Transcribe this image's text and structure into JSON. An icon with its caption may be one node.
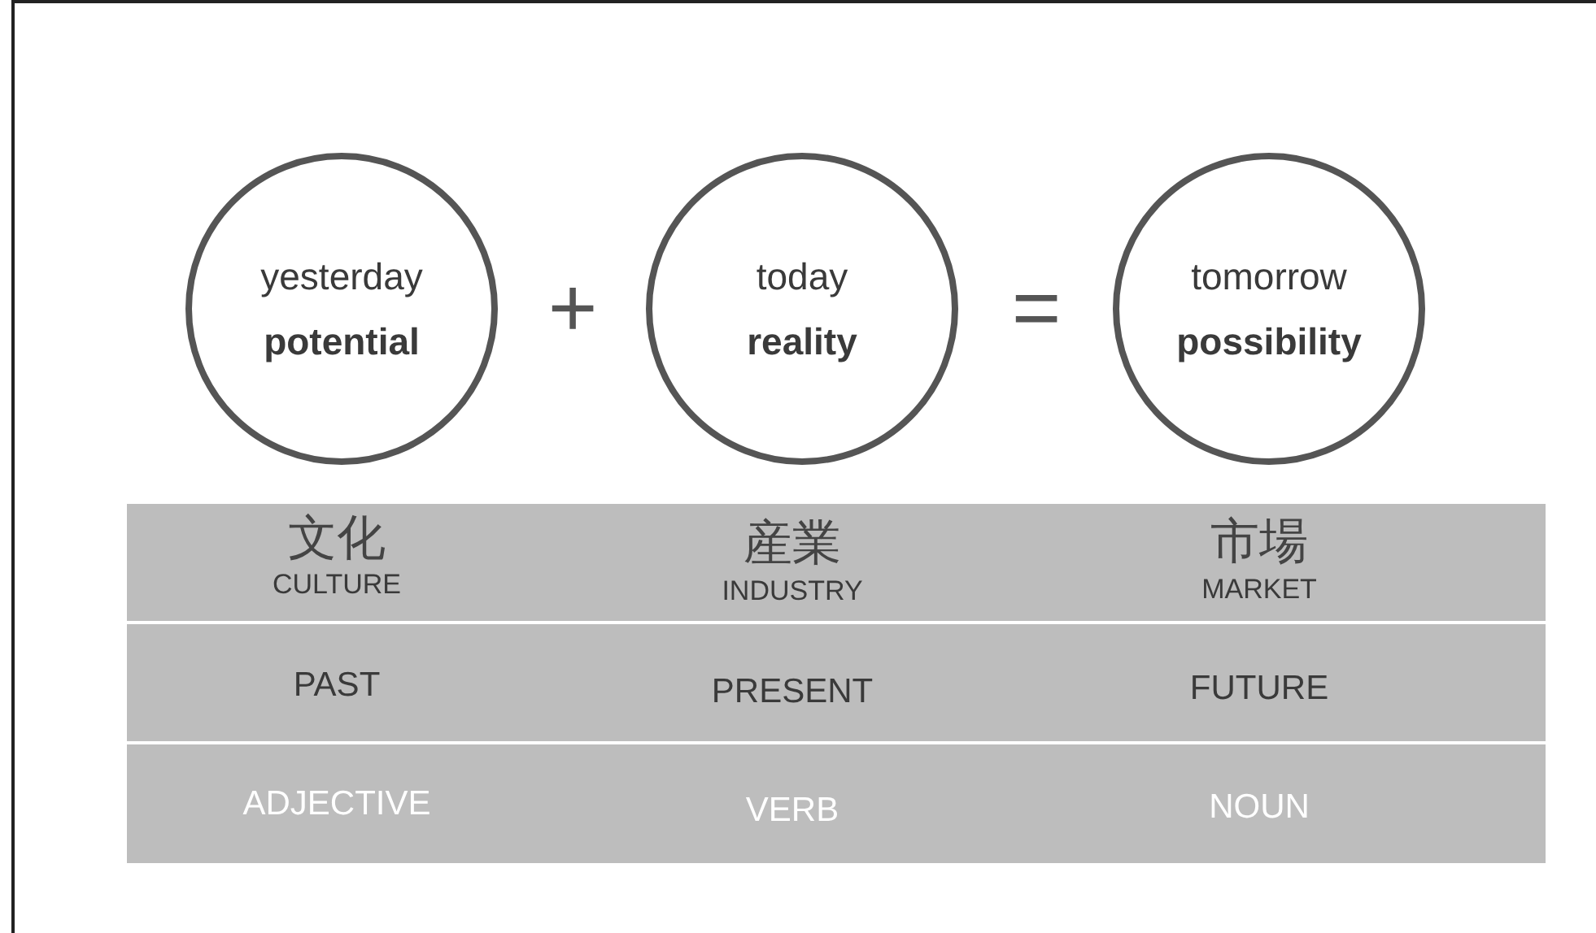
{
  "diagram": {
    "nodes": [
      {
        "text": [
          "yesterday",
          "potential"
        ]
      },
      {
        "text": [
          "today",
          "reality"
        ]
      },
      {
        "text": [
          "tomorrow",
          "possibility"
        ]
      }
    ],
    "edges": [],
    "labels": [
      "+",
      "=",
      "文化",
      "CULTURE",
      "産業",
      "INDUSTRY",
      "市場",
      "MARKET",
      "PAST",
      "PRESENT",
      "FUTURE",
      "ADJECTIVE",
      "VERB",
      "NOUN"
    ]
  }
}
